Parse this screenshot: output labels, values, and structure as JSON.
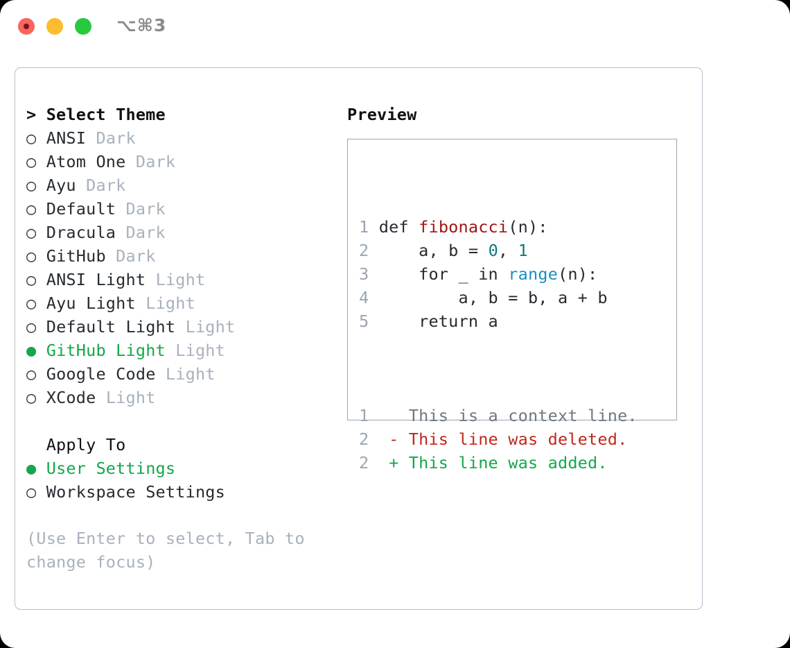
{
  "titlebar": {
    "shortcut": "⌥⌘3",
    "buttons": [
      {
        "name": "close",
        "color": "#f9655f"
      },
      {
        "name": "minimize",
        "color": "#fdbc2e"
      },
      {
        "name": "maximize",
        "color": "#27c93f"
      }
    ]
  },
  "colors": {
    "accent_green": "#13a74b",
    "muted": "#a8b1bd",
    "text": "#262b31",
    "border": "#b6bec9",
    "preview_border": "#9aa5b1",
    "syntax_function": "#a31515",
    "syntax_number": "#0e7a7a",
    "syntax_builtin": "#1a90c0",
    "diff_deleted": "#c0271d",
    "diff_added": "#13a74b",
    "line_number": "#9aa5b1"
  },
  "theme_list": {
    "title": "> Select Theme",
    "selected_index": 9,
    "bullet_unselected": "○",
    "bullet_selected": "●",
    "items": [
      {
        "name": "ANSI",
        "tag": "Dark",
        "selected": false
      },
      {
        "name": "Atom One",
        "tag": "Dark",
        "selected": false
      },
      {
        "name": "Ayu",
        "tag": "Dark",
        "selected": false
      },
      {
        "name": "Default",
        "tag": "Dark",
        "selected": false
      },
      {
        "name": "Dracula",
        "tag": "Dark",
        "selected": false
      },
      {
        "name": "GitHub",
        "tag": "Dark",
        "selected": false
      },
      {
        "name": "ANSI Light",
        "tag": "Light",
        "selected": false
      },
      {
        "name": "Ayu Light",
        "tag": "Light",
        "selected": false
      },
      {
        "name": "Default Light",
        "tag": "Light",
        "selected": false
      },
      {
        "name": "GitHub Light",
        "tag": "Light",
        "selected": true
      },
      {
        "name": "Google Code",
        "tag": "Light",
        "selected": false
      },
      {
        "name": "XCode",
        "tag": "Light",
        "selected": false
      }
    ]
  },
  "apply_to": {
    "title": "  Apply To",
    "items": [
      {
        "name": "User Settings",
        "selected": true
      },
      {
        "name": "Workspace Settings",
        "selected": false
      }
    ]
  },
  "hint": "(Use Enter to select, Tab to change focus)",
  "preview": {
    "title": "Preview",
    "code_lines": [
      {
        "number": "1",
        "tokens": [
          {
            "text": "def ",
            "kind": "plain"
          },
          {
            "text": "fibonacci",
            "kind": "function"
          },
          {
            "text": "(n):",
            "kind": "plain"
          }
        ]
      },
      {
        "number": "2",
        "tokens": [
          {
            "text": "    a, b = ",
            "kind": "plain"
          },
          {
            "text": "0",
            "kind": "number"
          },
          {
            "text": ", ",
            "kind": "plain"
          },
          {
            "text": "1",
            "kind": "number"
          }
        ]
      },
      {
        "number": "3",
        "tokens": [
          {
            "text": "    for _ in ",
            "kind": "plain"
          },
          {
            "text": "range",
            "kind": "builtin"
          },
          {
            "text": "(n):",
            "kind": "plain"
          }
        ]
      },
      {
        "number": "4",
        "tokens": [
          {
            "text": "        a, b = b, a + b",
            "kind": "plain"
          }
        ]
      },
      {
        "number": "5",
        "tokens": [
          {
            "text": "    return a",
            "kind": "plain"
          }
        ]
      }
    ],
    "diff_lines": [
      {
        "number": "1",
        "marker": "  ",
        "text": "This is a context line.",
        "kind": "context"
      },
      {
        "number": "2",
        "marker": "- ",
        "text": "This line was deleted.",
        "kind": "deleted"
      },
      {
        "number": "2",
        "marker": "+ ",
        "text": "This line was added.",
        "kind": "added"
      }
    ]
  }
}
